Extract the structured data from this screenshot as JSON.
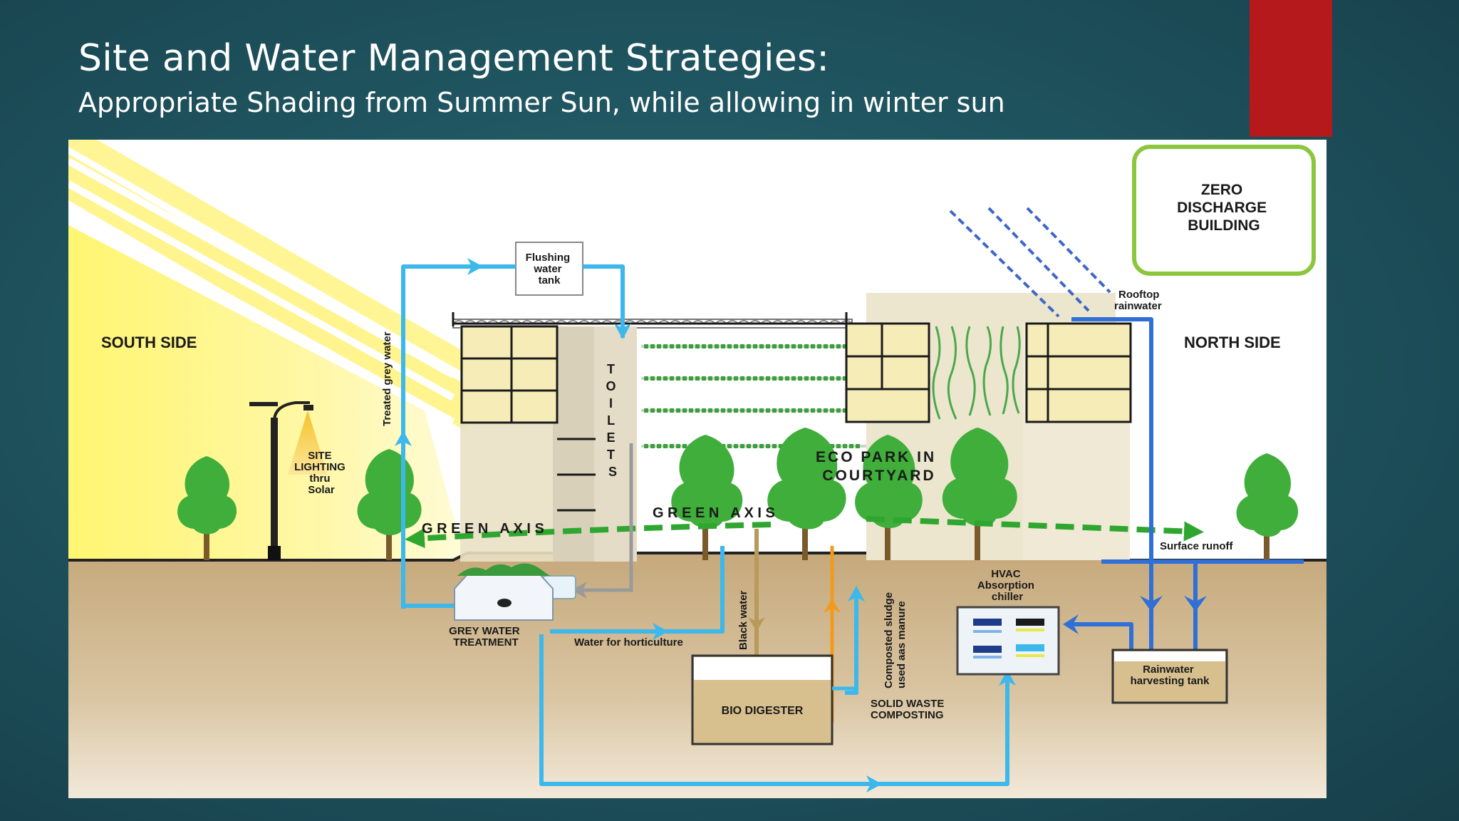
{
  "slide": {
    "title": "Site and Water Management Strategies:",
    "subtitle": "Appropriate Shading from Summer Sun, while allowing in winter sun",
    "accent_color": "#b5191b",
    "background_color": "#1f5560"
  },
  "diagram": {
    "zero_discharge": [
      "ZERO",
      "DISCHARGE",
      "BUILDING"
    ],
    "south_side": "SOUTH SIDE",
    "north_side": "NORTH SIDE",
    "flushing_tank": [
      "Flushing",
      "water",
      "tank"
    ],
    "treated_grey_water": "Treated grey water",
    "toilets": [
      "T",
      "O",
      "I",
      "L",
      "E",
      "T",
      "S"
    ],
    "site_lighting": [
      "SITE",
      "LIGHTING",
      "thru",
      "Solar"
    ],
    "eco_park": [
      "ECO PARK IN",
      "COURTYARD"
    ],
    "green_axis_left": "G R E E N   A X I S",
    "green_axis_right": "G R E E N   A X I S",
    "rooftop_rainwater": [
      "Rooftop",
      "rainwater"
    ],
    "surface_runoff": "Surface runoff",
    "grey_water_treatment": [
      "GREY WATER",
      "TREATMENT"
    ],
    "water_for_horticulture": "Water for horticulture",
    "black_water": "Black water",
    "bio_digester": "BIO DIGESTER",
    "composted_sludge": [
      "Composted sludge",
      "used aas manure"
    ],
    "solid_waste": [
      "SOLID WASTE",
      "COMPOSTING"
    ],
    "hvac": [
      "HVAC",
      "Absorption",
      "chiller"
    ],
    "rainwater_tank": [
      "Rainwater",
      "harvesting tank"
    ],
    "colors": {
      "sun_yellow": "#fff27a",
      "tree_green": "#3fae3a",
      "ground_tan": "#c9ad82",
      "pipe_light_blue": "#3cb8ec",
      "pipe_dark_blue": "#2f6fd6",
      "pipe_orange": "#f29a1e",
      "pipe_brown": "#b89a5a",
      "green_axis": "#2fa62f",
      "zero_discharge_border": "#8cc63f"
    }
  }
}
